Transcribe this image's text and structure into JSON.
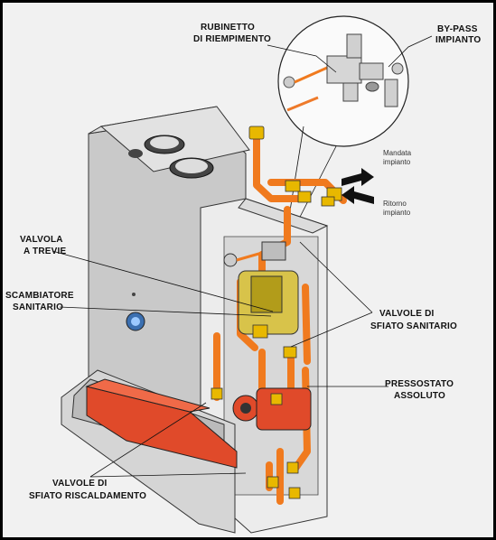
{
  "labels": {
    "rubinetto_l1": "RUBINETTO",
    "rubinetto_l2": "DI RIEMPIMENTO",
    "bypass_l1": "BY-PASS",
    "bypass_l2": "IMPIANTO",
    "mandata_l1": "Mandata",
    "mandata_l2": "impianto",
    "ritorno_l1": "Ritorno",
    "ritorno_l2": "impianto",
    "valvola3_l1": "VALVOLA",
    "valvola3_l2": "A TREVIE",
    "scambiatore_l1": "SCAMBIATORE",
    "scambiatore_l2": "SANITARIO",
    "sfiato_san_l1": "VALVOLE DI",
    "sfiato_san_l2": "SFIATO SANITARIO",
    "pressostato_l1": "PRESSOSTATO",
    "pressostato_l2": "ASSOLUTO",
    "sfiato_risc_l1": "VALVOLE DI",
    "sfiato_risc_l2": "SFIATO RISCALDAMENTO"
  },
  "colors": {
    "background": "#000000",
    "panel": "#f1f1f1",
    "pipe": "#f07a1e",
    "brass": "#e8b800",
    "red": "#e04a2a",
    "cabinet": "#c8c8c8"
  }
}
